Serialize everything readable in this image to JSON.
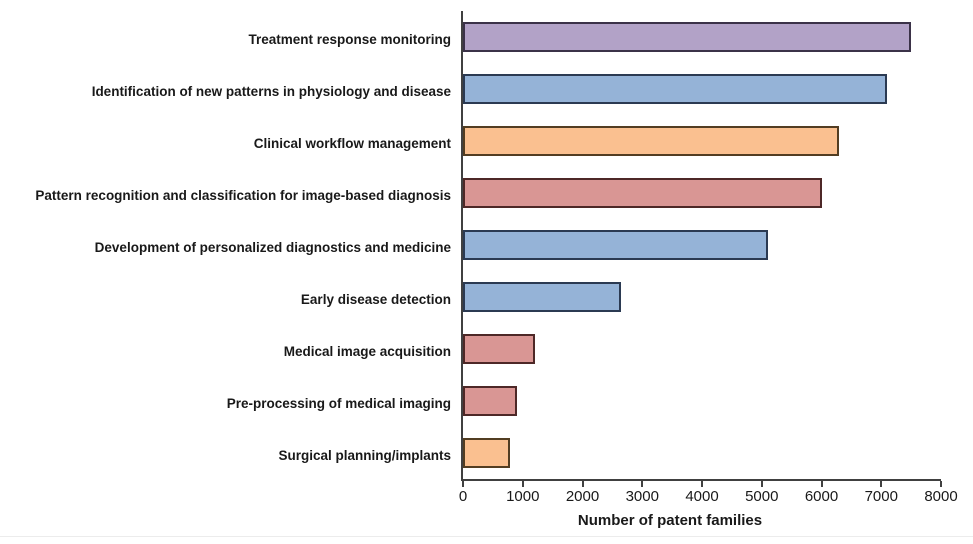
{
  "chart_data": {
    "type": "bar",
    "orientation": "horizontal",
    "title": "",
    "xlabel": "Number of patent families",
    "ylabel": "",
    "xlim": [
      0,
      8000
    ],
    "xticks": [
      0,
      1000,
      2000,
      3000,
      4000,
      5000,
      6000,
      7000,
      8000
    ],
    "grid": false,
    "legend": "none",
    "axis_color": "#404040",
    "text_color": "#191919",
    "bars": [
      {
        "label": "Treatment response monitoring",
        "value": 7500,
        "fill": "#b2a2c7",
        "border": "#3b3248"
      },
      {
        "label": "Identification of new patterns in physiology and disease",
        "value": 7100,
        "fill": "#95b3d7",
        "border": "#2b3a52"
      },
      {
        "label": "Clinical workflow management",
        "value": 6300,
        "fill": "#fac090",
        "border": "#523d22"
      },
      {
        "label": "Pattern recognition and classification for image-based diagnosis",
        "value": 6000,
        "fill": "#d99694",
        "border": "#4d2827"
      },
      {
        "label": "Development of personalized diagnostics and medicine",
        "value": 5100,
        "fill": "#95b3d7",
        "border": "#2b3a52"
      },
      {
        "label": "Early disease detection",
        "value": 2650,
        "fill": "#95b3d7",
        "border": "#2b3a52"
      },
      {
        "label": "Medical image acquisition",
        "value": 1200,
        "fill": "#d99694",
        "border": "#4d2827"
      },
      {
        "label": "Pre-processing of medical imaging",
        "value": 900,
        "fill": "#d99694",
        "border": "#4d2827"
      },
      {
        "label": "Surgical planning/implants",
        "value": 780,
        "fill": "#fac090",
        "border": "#523d22"
      }
    ]
  }
}
